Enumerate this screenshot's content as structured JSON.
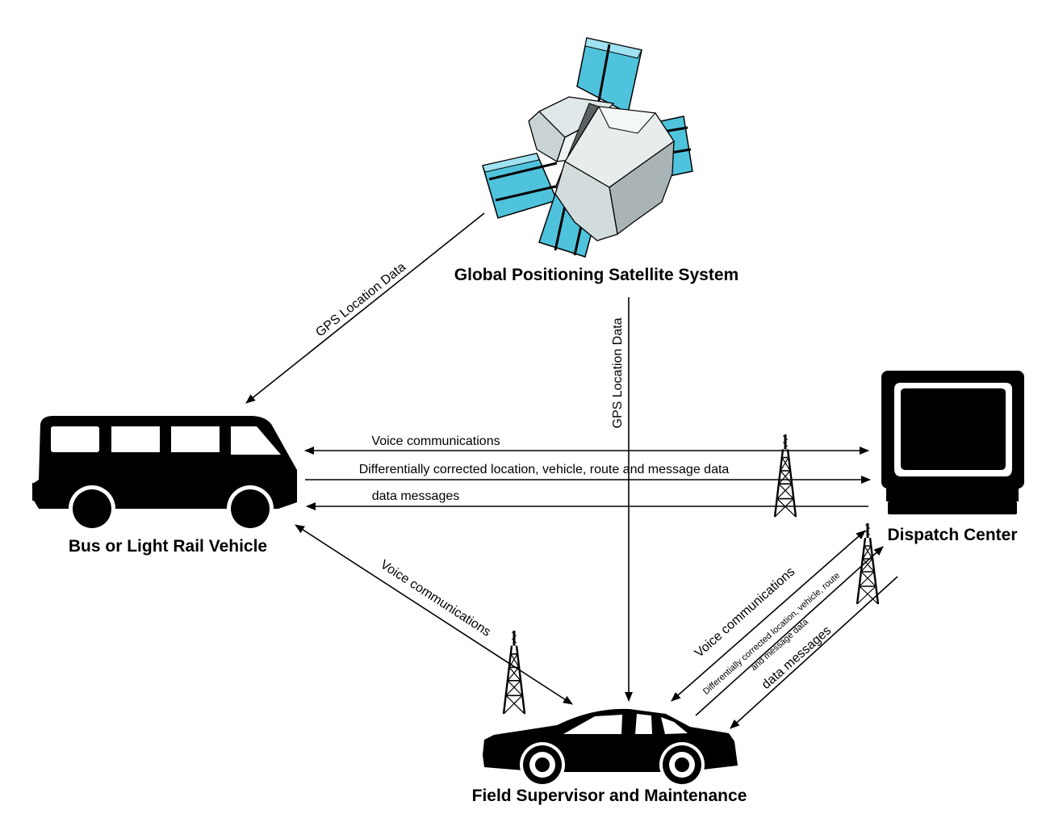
{
  "nodes": {
    "satellite": {
      "label": "Global Positioning Satellite System",
      "icon": "satellite-icon"
    },
    "bus": {
      "label": "Bus or Light Rail Vehicle",
      "icon": "bus-icon"
    },
    "dispatch": {
      "label": "Dispatch Center",
      "icon": "monitor-icon"
    },
    "field": {
      "label": "Field Supervisor and Maintenance",
      "icon": "car-icon"
    }
  },
  "links": {
    "gps_to_bus": "GPS Location Data",
    "gps_to_field": "GPS Location Data",
    "bus_dispatch_voice": "Voice communications",
    "bus_to_dispatch_data": "Differentially corrected location, vehicle, route and message data",
    "dispatch_to_bus_messages": "data messages",
    "bus_field_voice": "Voice communications",
    "field_dispatch_voice": "Voice communications",
    "field_to_dispatch_data_line1": "Differentially corrected location, vehicle, route",
    "field_to_dispatch_data_line2": "and message data",
    "dispatch_to_field_messages": "data messages"
  },
  "colors": {
    "solar_panel": "#4fc3dc",
    "satellite_body": "#dfe7e8",
    "ink": "#000000"
  },
  "icons": [
    "satellite-icon",
    "bus-icon",
    "monitor-icon",
    "car-icon",
    "radio-tower-icon"
  ]
}
